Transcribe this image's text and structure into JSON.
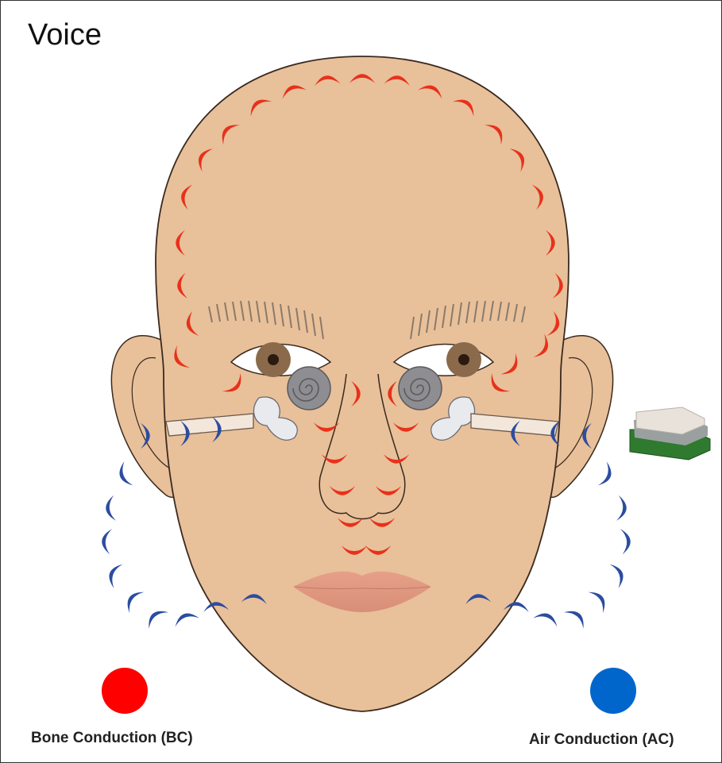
{
  "title": "Voice",
  "colors": {
    "skin": "#e8c09a",
    "skin_outline": "#3a2a1e",
    "bone_conduction": "#e8311a",
    "air_conduction": "#2b4da0",
    "legend_bc": "#ff0000",
    "legend_ac": "#0066cc",
    "iris": "#8a6a4a",
    "cochlea": "#8e8e92",
    "lips": "#e8a48c",
    "sensor_body": "#2f7a2f",
    "sensor_cap": "#e8e2da"
  },
  "legend": {
    "bone": {
      "label": "Bone Conduction (BC)"
    },
    "air": {
      "label": "Air Conduction (AC)"
    }
  },
  "icons": {
    "sensor": "mems-sensor-chip-icon",
    "cochlea": "cochlea-icon",
    "ossicles": "ossicles-icon"
  }
}
